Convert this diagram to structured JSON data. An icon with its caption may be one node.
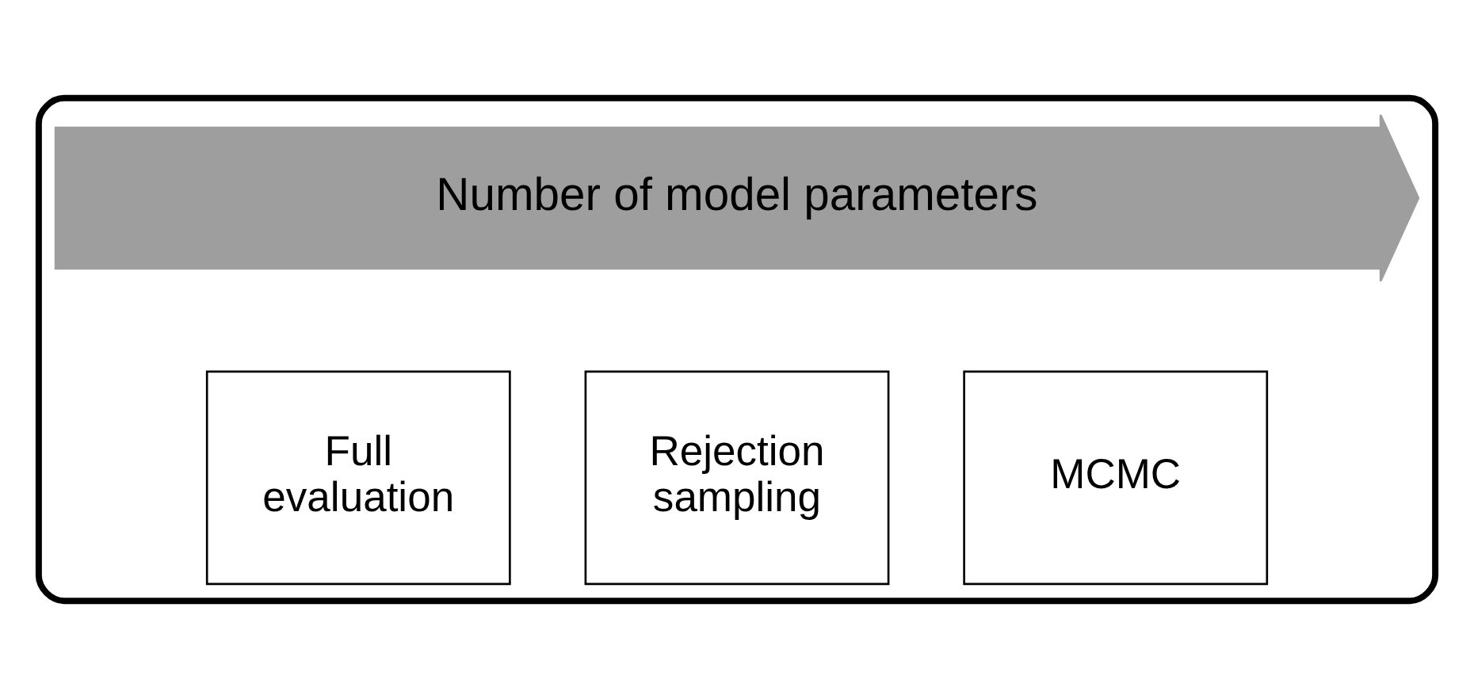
{
  "diagram": {
    "nodes": [
      {
        "text": [],
        "shape": "box"
      },
      {
        "text": [
          "Number of model parameters"
        ],
        "in": 0
      },
      {
        "text": [
          "Full evaluation"
        ],
        "in": 0
      },
      {
        "text": [
          "Rejection sampling"
        ],
        "in": 0
      },
      {
        "text": [
          "MCMC"
        ],
        "in": 0
      }
    ],
    "edges": []
  }
}
